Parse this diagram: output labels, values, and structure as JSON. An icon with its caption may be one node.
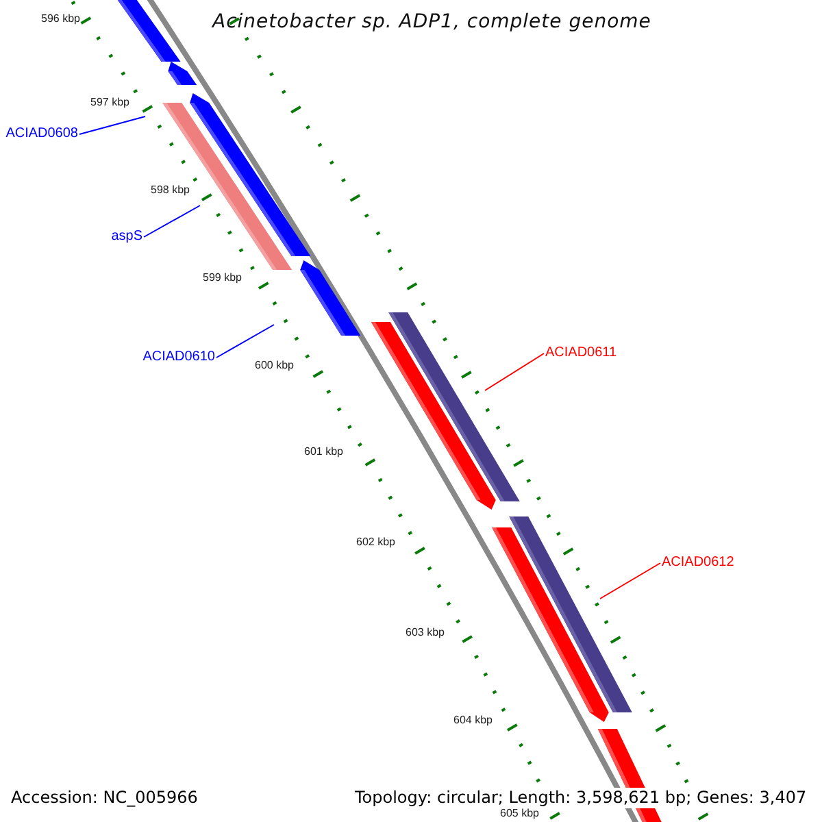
{
  "diagram": {
    "title": "Acinetobacter sp. ADP1, complete genome",
    "nodes": [
      {
        "text": [
          "ACIAD0608"
        ]
      },
      {
        "text": [
          "aspS"
        ]
      },
      {
        "text": [
          "ACIAD0610"
        ]
      },
      {
        "text": [
          "ACIAD0611"
        ]
      },
      {
        "text": [
          "ACIAD0612"
        ]
      }
    ],
    "edges": [
      {
        "from": 0,
        "to": null,
        "arrow": "none"
      },
      {
        "from": 1,
        "to": null,
        "arrow": "none"
      },
      {
        "from": 2,
        "to": null,
        "arrow": "none"
      },
      {
        "from": 3,
        "to": null,
        "arrow": "none",
        "color": "#ff0000"
      },
      {
        "from": 4,
        "to": null,
        "arrow": "none",
        "color": "#ff0000"
      }
    ],
    "labels": [
      "596 kbp",
      "597 kbp",
      "598 kbp",
      "599 kbp",
      "600 kbp",
      "601 kbp",
      "602 kbp",
      "603 kbp",
      "604 kbp",
      "605 kbp",
      "Accession: NC_005966",
      "Topology: circular; Length: 3,598,621 bp; Genes: 3,407"
    ]
  }
}
